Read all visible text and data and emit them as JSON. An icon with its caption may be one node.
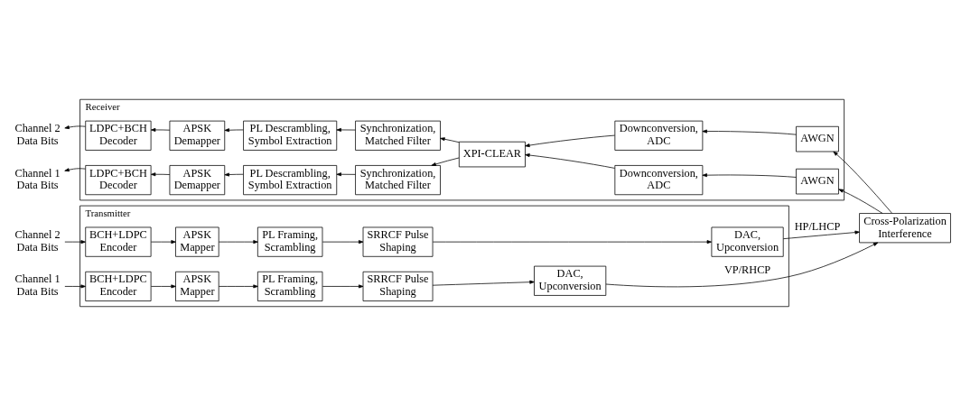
{
  "diagram": {
    "nodes": [
      {
        "text": [
          "Transmitter"
        ]
      },
      {
        "text": [
          "Channel 1 Data Bits"
        ]
      },
      {
        "text": [
          "BCH+LDPC Encoder"
        ],
        "in": 0
      },
      {
        "text": [
          "APSK Mapper"
        ],
        "in": 0
      },
      {
        "text": [
          "PL Framing, Scrambling"
        ],
        "in": 0
      },
      {
        "text": [
          "SRRCF Pulse Shaping"
        ],
        "in": 0
      },
      {
        "text": [
          "DAC, Upconversion"
        ],
        "in": 0
      },
      {
        "text": [
          "Channel 2 Data Bits"
        ]
      },
      {
        "text": [
          "BCH+LDPC Encoder"
        ],
        "in": 0
      },
      {
        "text": [
          "APSK Mapper"
        ],
        "in": 0
      },
      {
        "text": [
          "PL Framing, Scrambling"
        ],
        "in": 0
      },
      {
        "text": [
          "SRRCF Pulse Shaping"
        ],
        "in": 0
      },
      {
        "text": [
          "DAC, Upconversion"
        ],
        "in": 0
      },
      {
        "text": [
          "Cross-Polarization Interference"
        ]
      },
      {
        "text": [
          "Receiver"
        ]
      },
      {
        "text": [
          "Channel 2 Data Bits"
        ]
      },
      {
        "text": [
          "LDPC+BCH Decoder"
        ],
        "in": 14
      },
      {
        "text": [
          "APSK Demapper"
        ],
        "in": 14
      },
      {
        "text": [
          "PL Descrambling, Symbol Extraction"
        ],
        "in": 14
      },
      {
        "text": [
          "Synchronization, Matched Filter"
        ],
        "in": 14
      },
      {
        "text": [
          "XPI-CLEAR"
        ],
        "in": 14
      },
      {
        "text": [
          "Downconversion, ADC"
        ],
        "in": 14
      },
      {
        "text": [
          "AWGN"
        ],
        "in": 14
      },
      {
        "text": [
          "Channel 1 Data Bits"
        ]
      },
      {
        "text": [
          "LDPC+BCH Decoder"
        ],
        "in": 14
      },
      {
        "text": [
          "APSK Demapper"
        ],
        "in": 14
      },
      {
        "text": [
          "PL Descrambling, Symbol Extraction"
        ],
        "in": 14
      },
      {
        "text": [
          "Synchronization, Matched Filter"
        ],
        "in": 14
      },
      {
        "text": [
          "Downconversion, ADC"
        ],
        "in": 14
      },
      {
        "text": [
          "AWGN"
        ],
        "in": 14
      }
    ],
    "edges": [
      {
        "from": 1,
        "to": 2,
        "arrow": "to"
      },
      {
        "from": 2,
        "to": 3,
        "arrow": "to"
      },
      {
        "from": 3,
        "to": 4,
        "arrow": "to"
      },
      {
        "from": 4,
        "to": 5,
        "arrow": "to"
      },
      {
        "from": 5,
        "to": 6,
        "arrow": "to"
      },
      {
        "from": 6,
        "to": 13,
        "arrow": "to",
        "label": "VP/RHCP"
      },
      {
        "from": 7,
        "to": 8,
        "arrow": "to"
      },
      {
        "from": 8,
        "to": 9,
        "arrow": "to"
      },
      {
        "from": 9,
        "to": 10,
        "arrow": "to"
      },
      {
        "from": 10,
        "to": 11,
        "arrow": "to"
      },
      {
        "from": 11,
        "to": 12,
        "arrow": "to"
      },
      {
        "from": 12,
        "to": 13,
        "arrow": "to",
        "label": "HP/LHCP"
      },
      {
        "from": 13,
        "to": 22,
        "arrow": "to"
      },
      {
        "from": 13,
        "to": 29,
        "arrow": "to"
      },
      {
        "from": 22,
        "to": 21,
        "arrow": "to"
      },
      {
        "from": 21,
        "to": 20,
        "arrow": "to"
      },
      {
        "from": 20,
        "to": 19,
        "arrow": "to"
      },
      {
        "from": 19,
        "to": 18,
        "arrow": "to"
      },
      {
        "from": 18,
        "to": 17,
        "arrow": "to"
      },
      {
        "from": 17,
        "to": 16,
        "arrow": "to"
      },
      {
        "from": 16,
        "to": 15,
        "arrow": "to"
      },
      {
        "from": 29,
        "to": 28,
        "arrow": "to"
      },
      {
        "from": 28,
        "to": 20,
        "arrow": "to"
      },
      {
        "from": 20,
        "to": 27,
        "arrow": "to"
      },
      {
        "from": 27,
        "to": 26,
        "arrow": "to"
      },
      {
        "from": 26,
        "to": 25,
        "arrow": "to"
      },
      {
        "from": 25,
        "to": 24,
        "arrow": "to"
      },
      {
        "from": 24,
        "to": 23,
        "arrow": "to"
      }
    ]
  }
}
